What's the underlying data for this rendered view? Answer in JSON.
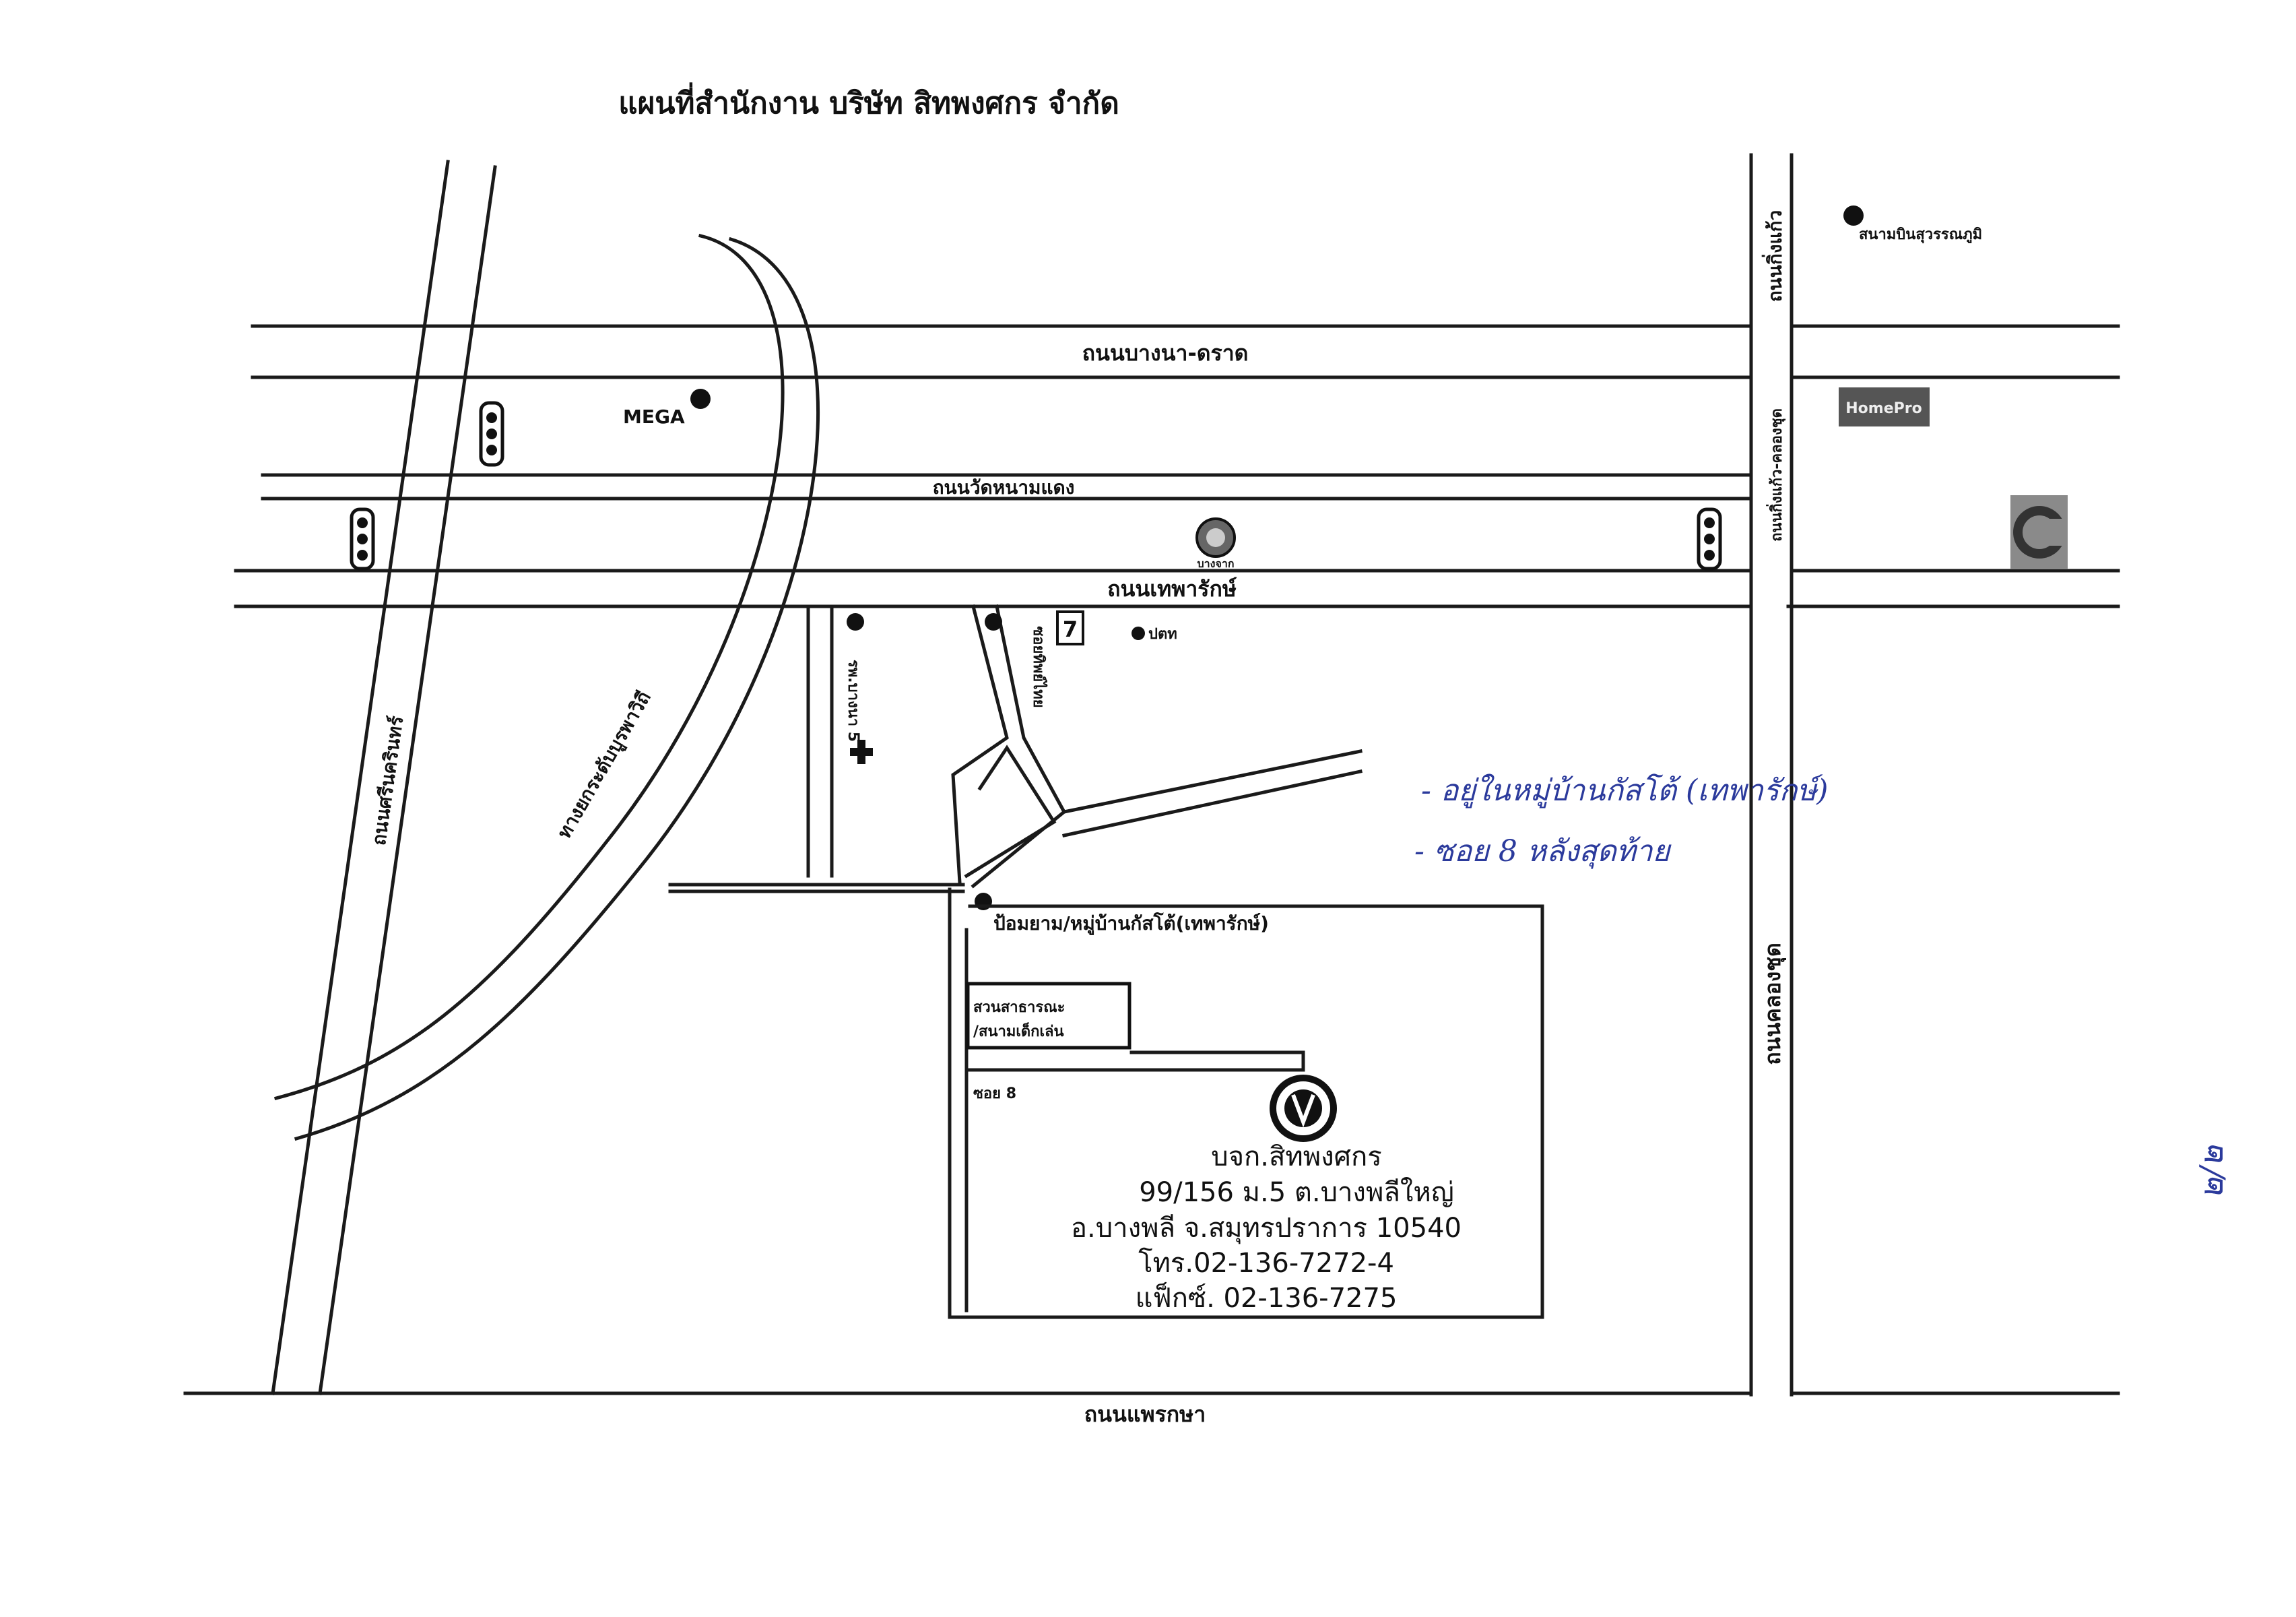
{
  "title": "แผนที่สำนักงาน บริษัท สิทพงศกร จำกัด",
  "roads": {
    "bangna_trad": "ถนนบางนา-ดราด",
    "wat_nam_daeng": "ถนนวัดหนามแดง",
    "thepharak": "ถนนเทพารักษ์",
    "srinakarin": "ถนนศรีนครินทร์",
    "expressway": "ทางยกระดับบูรพาวิถี",
    "king_kaeo_top": "ถนนกิ่งแก้ว",
    "king_kaeo_khlong_chut": "ถนนกิ่งแก้ว-คลองชุด",
    "khlong_chut": "ถนนคลองชุด",
    "phraeksa": "ถนนแพรกษา",
    "soi_thepharak": "ซอยทิพย์ไทย"
  },
  "places": {
    "airport": "สนามบินสุวรรณภูมิ",
    "mega": "MEGA",
    "homepro": "HomePro",
    "hospital": "รพ.บางนา 5",
    "ptt": "ปตท",
    "unioil": "บางจาก",
    "checkpoint": "ป้อมยาม/หมู่บ้านกัสโต้(เทพารักษ์)",
    "park_line1": "สวนสาธารณะ",
    "park_line2": "/สนามเด็กเล่น",
    "soi8": "ซอย 8"
  },
  "company": {
    "name": "บจก.สิทพงศกร",
    "address1": "99/156 ม.5 ต.บางพลีใหญ่",
    "address2": "อ.บางพลี จ.สมุทรปราการ 10540",
    "phone": "โทร.02-136-7272-4",
    "fax": "แฟ็กซ์. 02-136-7275"
  },
  "handwritten": {
    "note1": "- อยู่ในหมู่บ้านกัสโต้ (เทพารักษ์)",
    "note2": "- ซอย 8 หลังสุดท้าย",
    "margin_mark": "๒/๒"
  },
  "colors": {
    "ink": "#111111",
    "pen": "#2b3a9c",
    "paper": "#ffffff"
  }
}
